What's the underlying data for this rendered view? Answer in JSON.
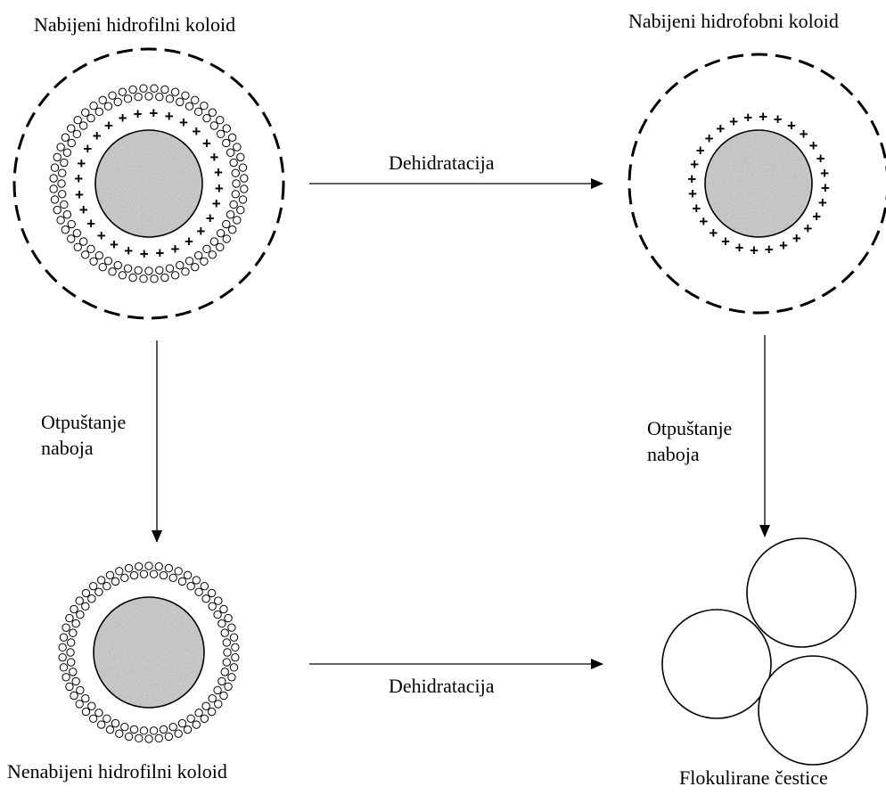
{
  "labels": {
    "charged_hydrophilic": "Nabijeni hidrofilni koloid",
    "charged_hydrophobic": "Nabijeni hidrofobni koloid",
    "uncharged_hydrophilic": "Nenabijeni hidrofilni koloid",
    "flocculated": "Flokulirane čestice",
    "dehydration_top": "Dehidratacija",
    "dehydration_bottom": "Dehidratacija",
    "charge_release_left": "Otpuštanje\nnaboja",
    "charge_release_right": "Otpuštanje\nnaboja"
  },
  "symbols": {
    "positive_charge": "+"
  },
  "colors": {
    "ink": "#000000",
    "core_fill": "#c9c9c9",
    "background": "#ffffff"
  }
}
